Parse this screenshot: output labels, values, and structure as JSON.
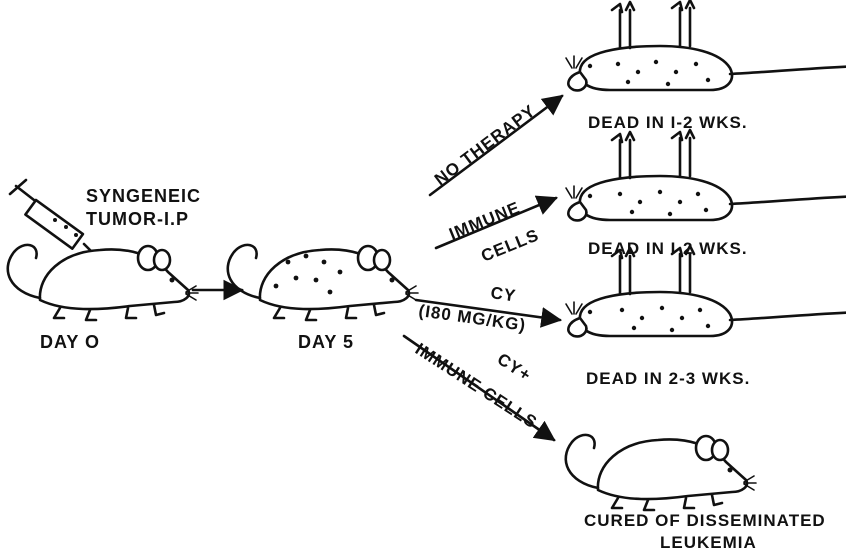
{
  "inject": {
    "line1": "SYNGENEIC",
    "line2": "TUMOR-I.P"
  },
  "stage0": {
    "label": "DAY O"
  },
  "stage5": {
    "label": "DAY 5"
  },
  "branches": [
    {
      "arrow": "NO THERAPY",
      "outcome": "DEAD IN I-2 WKS."
    },
    {
      "arrow_top": "IMMUNE",
      "arrow_bottom": "CELLS",
      "outcome": "DEAD IN I-2 WKS."
    },
    {
      "arrow_top": "CY",
      "arrow_bottom": "(I80 MG/KG)",
      "outcome": "DEAD IN 2-3 WKS."
    },
    {
      "arrow_top": "CY+",
      "arrow_bottom": "IMMUNE CELLS",
      "outcome_line1": "CURED OF DISSEMINATED",
      "outcome_line2": "LEUKEMIA"
    }
  ],
  "colors": {
    "ink": "#111111",
    "paper": "#ffffff"
  }
}
